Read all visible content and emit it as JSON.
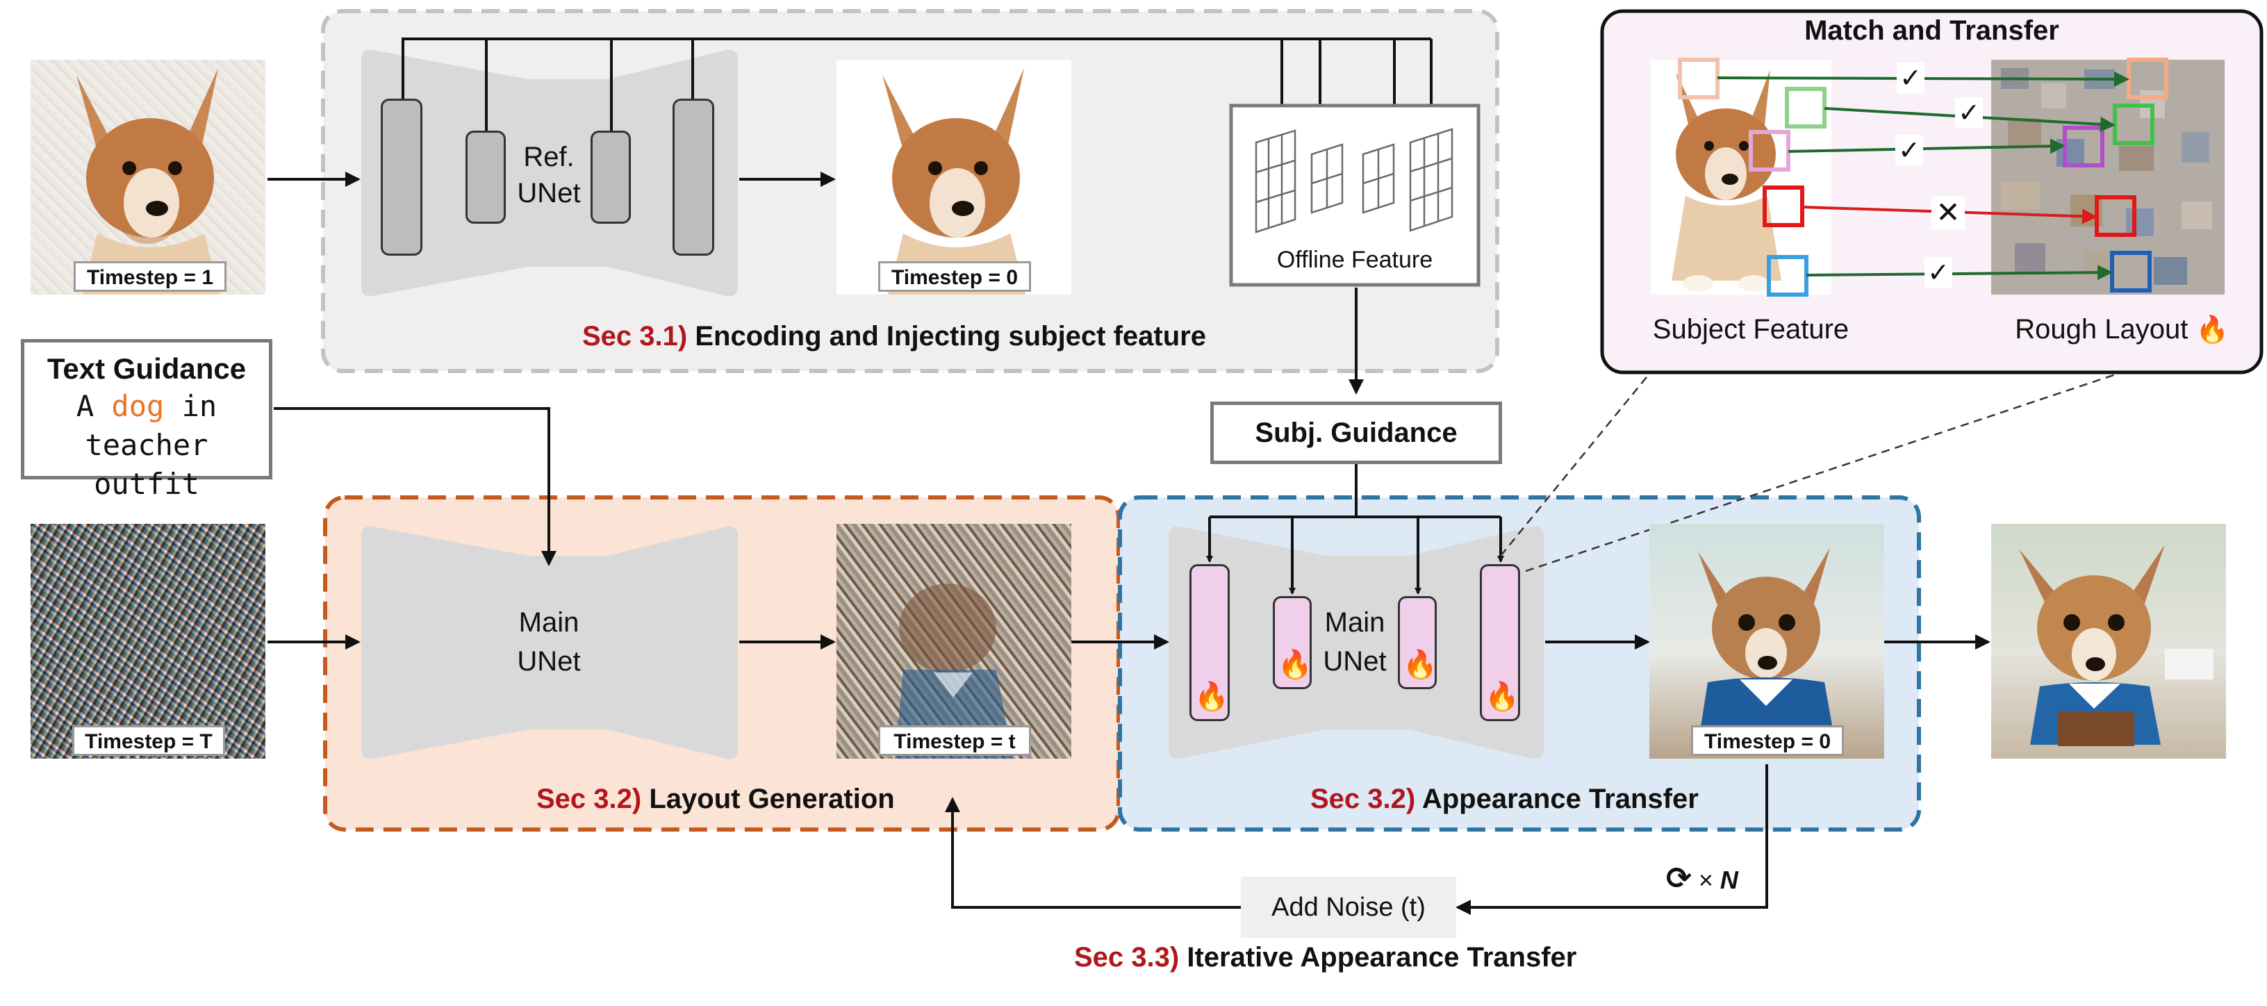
{
  "sections": {
    "encoding": {
      "sec": "Sec 3.1)",
      "title": "Encoding and Injecting subject feature"
    },
    "layout": {
      "sec": "Sec 3.2)",
      "title": "Layout Generation"
    },
    "appearance": {
      "sec": "Sec 3.2)",
      "title": "Appearance Transfer"
    },
    "iterative": {
      "sec": "Sec 3.3)",
      "title": "Iterative Appearance Transfer"
    }
  },
  "timesteps": {
    "ref_input": "Timestep = 1",
    "ref_output": "Timestep = 0",
    "noise_input": "Timestep = T",
    "layout_output": "Timestep = t",
    "appearance_output": "Timestep = 0"
  },
  "ref_unet": {
    "line1": "Ref.",
    "line2": "UNet"
  },
  "main_unet_layout": {
    "line1": "Main",
    "line2": "UNet"
  },
  "main_unet_appearance": {
    "line1": "Main",
    "line2": "UNet"
  },
  "offline_feature": {
    "label": "Offline Feature"
  },
  "subj_guidance": {
    "label": "Subj. Guidance"
  },
  "text_guidance": {
    "title": "Text Guidance",
    "line1_pre": "A ",
    "line1_highlight": "dog",
    "line1_post": " in",
    "line2": "teacher outfit",
    "highlight_color": "#e8742a"
  },
  "match_transfer": {
    "title": "Match and Transfer",
    "subject_label": "Subject Feature",
    "layout_label": "Rough Layout",
    "check": "✓",
    "cross": "✕"
  },
  "add_noise": {
    "label": "Add Noise (t)"
  },
  "repeat": {
    "times": "× ",
    "n": "N"
  },
  "icons": {
    "fire": "fire-icon",
    "check": "check-icon",
    "cross": "cross-icon",
    "cycle": "cycle-arrows-icon"
  },
  "colors": {
    "sec_red": "#b0161b",
    "encoding_bg": "#efefef",
    "encoding_border": "#c2c2c2",
    "layout_bg": "#fbe3d6",
    "layout_border": "#c55a1f",
    "appearance_bg": "#dde9f5",
    "appearance_border": "#2f74a2",
    "unet_gray": "#d9d9d9",
    "bar_gray": "#bdbdbd",
    "bar_pink": "#f0cfea",
    "match_bg": "#f9f0f8"
  }
}
